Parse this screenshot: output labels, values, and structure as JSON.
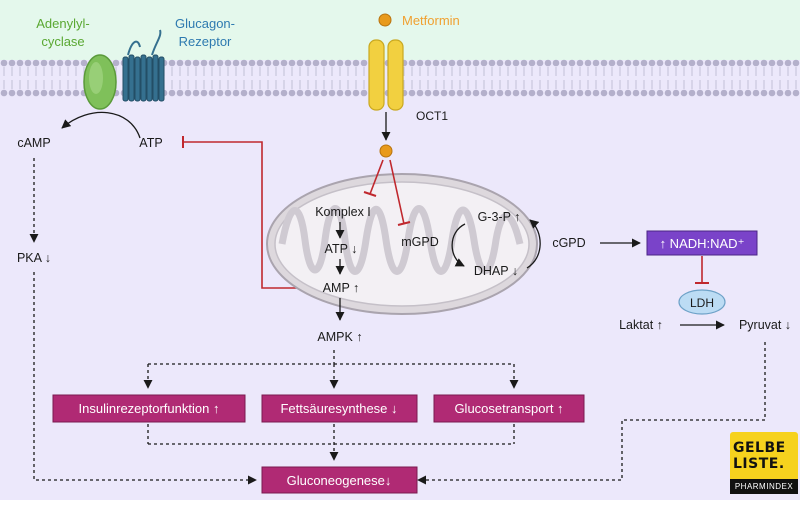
{
  "membrane": {
    "adenylyl_line1": "Adenylyl-",
    "adenylyl_line2": "cyclase",
    "glucagon_line1": "Glucagon-",
    "glucagon_line2": "Rezeptor",
    "metformin": "Metformin",
    "oct1": "OCT1"
  },
  "signaling": {
    "camp": "cAMP",
    "atp": "ATP",
    "pka": "PKA ↓"
  },
  "mitochondrion": {
    "komplex": "Komplex I",
    "atp": "ATP ↓",
    "amp": "AMP ↑",
    "mgpd": "mGPD",
    "g3p": "G-3-P ↑",
    "dhap": "DHAP ↓"
  },
  "cytosol": {
    "cgpd": "cGPD",
    "nadh": "↑ NADH:NAD⁺",
    "ldh": "LDH",
    "laktat": "Laktat ↑",
    "pyruvat": "Pyruvat ↓",
    "ampk": "AMPK ↑"
  },
  "effects": [
    "Insulinrezeptorfunktion ↑",
    "Fettsäuresynthese ↓",
    "Glucosetransport ↑"
  ],
  "outcome": "Gluconeogenese↓",
  "logo": {
    "line1": "GELBE",
    "line2": "LISTE.",
    "line3": "PHARMINDEX"
  },
  "colors": {
    "background": "#ece8fb",
    "membrane_head": "#b4b0cb",
    "effect_box": "#b02a74",
    "nadh_box": "#7a43c9",
    "inhibit": "#c0282e",
    "metformin": "#f0a030",
    "adenylyl": "#7fc05a",
    "receptor": "#35708f",
    "oct1": "#f2d040",
    "ldh": "#bcdcf4",
    "logo": "#f6d21e"
  }
}
